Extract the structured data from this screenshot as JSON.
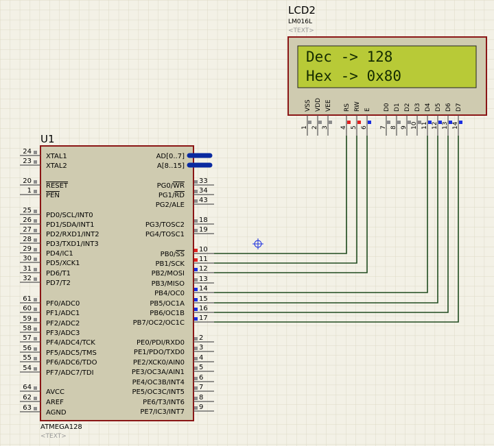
{
  "lcd": {
    "ref": "LCD2",
    "part": "LM016L",
    "text_tag": "<TEXT>",
    "line1": "Dec -> 128",
    "line2": "Hex -> 0x80",
    "pins": [
      {
        "name": "VSS",
        "num": "1",
        "state": "none"
      },
      {
        "name": "VDD",
        "num": "2",
        "state": "none"
      },
      {
        "name": "VEE",
        "num": "3",
        "state": "none"
      },
      {
        "name": "RS",
        "num": "4",
        "state": "high"
      },
      {
        "name": "RW",
        "num": "5",
        "state": "high"
      },
      {
        "name": "E",
        "num": "6",
        "state": "low"
      },
      {
        "name": "D0",
        "num": "7",
        "state": "none"
      },
      {
        "name": "D1",
        "num": "8",
        "state": "none"
      },
      {
        "name": "D2",
        "num": "9",
        "state": "none"
      },
      {
        "name": "D3",
        "num": "10",
        "state": "none"
      },
      {
        "name": "D4",
        "num": "11",
        "state": "low"
      },
      {
        "name": "D5",
        "num": "12",
        "state": "low"
      },
      {
        "name": "D6",
        "num": "13",
        "state": "low"
      },
      {
        "name": "D7",
        "num": "14",
        "state": "low"
      }
    ]
  },
  "mcu": {
    "ref": "U1",
    "part": "ATMEGA128",
    "text_tag": "<TEXT>",
    "bus_pins": [
      {
        "label": "AD[0..7]"
      },
      {
        "label": "A[8..15]"
      }
    ],
    "left_pins": [
      {
        "num": "24",
        "label": "XTAL1",
        "overline": false
      },
      {
        "num": "23",
        "label": "XTAL2",
        "overline": false
      },
      {
        "num": "20",
        "label": "RESET",
        "overline": true
      },
      {
        "num": "1",
        "label": "PEN",
        "overline": true
      },
      {
        "num": "25",
        "label": "PD0/SCL/INT0",
        "overline": false
      },
      {
        "num": "26",
        "label": "PD1/SDA/INT1",
        "overline": false
      },
      {
        "num": "27",
        "label": "PD2/RXD1/INT2",
        "overline": false
      },
      {
        "num": "28",
        "label": "PD3/TXD1/INT3",
        "overline": false
      },
      {
        "num": "29",
        "label": "PD4/IC1",
        "overline": false
      },
      {
        "num": "30",
        "label": "PD5/XCK1",
        "overline": false
      },
      {
        "num": "31",
        "label": "PD6/T1",
        "overline": false
      },
      {
        "num": "32",
        "label": "PD7/T2",
        "overline": false
      },
      {
        "num": "61",
        "label": "PF0/ADC0",
        "overline": false
      },
      {
        "num": "60",
        "label": "PF1/ADC1",
        "overline": false
      },
      {
        "num": "59",
        "label": "PF2/ADC2",
        "overline": false
      },
      {
        "num": "58",
        "label": "PF3/ADC3",
        "overline": false
      },
      {
        "num": "57",
        "label": "PF4/ADC4/TCK",
        "overline": false
      },
      {
        "num": "56",
        "label": "PF5/ADC5/TMS",
        "overline": false
      },
      {
        "num": "55",
        "label": "PF6/ADC6/TDO",
        "overline": false
      },
      {
        "num": "54",
        "label": "PF7/ADC7/TDI",
        "overline": false
      },
      {
        "num": "64",
        "label": "AVCC",
        "overline": false
      },
      {
        "num": "62",
        "label": "AREF",
        "overline": false
      },
      {
        "num": "63",
        "label": "AGND",
        "overline": false
      }
    ],
    "right_pins": [
      {
        "num": "33",
        "label": "PG0/WR",
        "over": "WR",
        "state": "none"
      },
      {
        "num": "34",
        "label": "PG1/RD",
        "over": "RD",
        "state": "none"
      },
      {
        "num": "43",
        "label": "PG2/ALE",
        "over": "",
        "state": "none"
      },
      {
        "num": "18",
        "label": "PG3/TOSC2",
        "over": "",
        "state": "none"
      },
      {
        "num": "19",
        "label": "PG4/TOSC1",
        "over": "",
        "state": "none"
      },
      {
        "num": "10",
        "label": "PB0/SS",
        "over": "SS",
        "state": "high"
      },
      {
        "num": "11",
        "label": "PB1/SCK",
        "over": "",
        "state": "high"
      },
      {
        "num": "12",
        "label": "PB2/MOSI",
        "over": "",
        "state": "low"
      },
      {
        "num": "13",
        "label": "PB3/MISO",
        "over": "",
        "state": "none"
      },
      {
        "num": "14",
        "label": "PB4/OC0",
        "over": "",
        "state": "low"
      },
      {
        "num": "15",
        "label": "PB5/OC1A",
        "over": "",
        "state": "low"
      },
      {
        "num": "16",
        "label": "PB6/OC1B",
        "over": "",
        "state": "low"
      },
      {
        "num": "17",
        "label": "PB7/OC2/OC1C",
        "over": "",
        "state": "low"
      },
      {
        "num": "2",
        "label": "PE0/PDI/RXD0",
        "over": "",
        "state": "none"
      },
      {
        "num": "3",
        "label": "PE1/PDO/TXD0",
        "over": "",
        "state": "none"
      },
      {
        "num": "4",
        "label": "PE2/XCK0/AIN0",
        "over": "",
        "state": "none"
      },
      {
        "num": "5",
        "label": "PE3/OC3A/AIN1",
        "over": "",
        "state": "none"
      },
      {
        "num": "6",
        "label": "PE4/OC3B/INT4",
        "over": "",
        "state": "none"
      },
      {
        "num": "7",
        "label": "PE5/OC3C/INT5",
        "over": "",
        "state": "none"
      },
      {
        "num": "8",
        "label": "PE6/T3/INT6",
        "over": "",
        "state": "none"
      },
      {
        "num": "9",
        "label": "PE7/IC3/INT7",
        "over": "",
        "state": "none"
      }
    ]
  },
  "colors": {
    "background": "#f3f1e6",
    "grid": "#dcd9c6",
    "component_body": "#cfcbb0",
    "component_border": "#8a1515",
    "wire": "#1f4a1f",
    "bus": "#0a2aa0",
    "lcd_screen": "#b8ca37",
    "pin_high": "#e02020",
    "pin_low": "#1a2ee0",
    "pin_none": "#8c8c8c"
  }
}
